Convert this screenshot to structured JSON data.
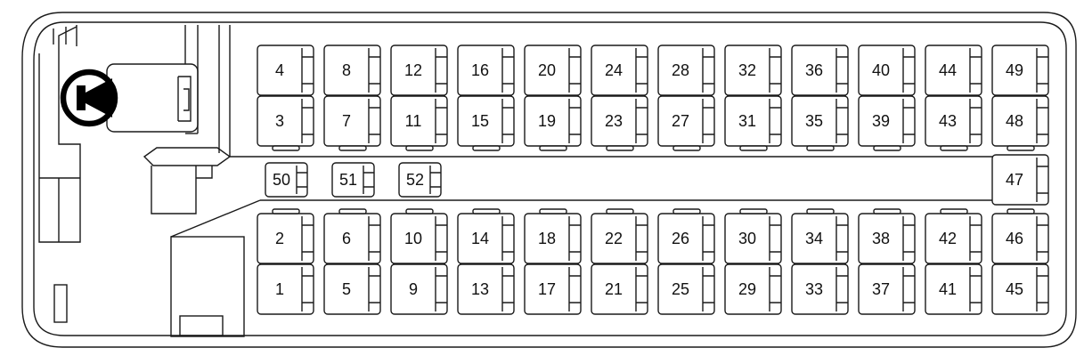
{
  "colors": {
    "line": "#1a1a1a",
    "background": "#ffffff",
    "text": "#111111"
  },
  "icons": {
    "steering": "steering-wheel-icon"
  },
  "seats": {
    "top_back": [
      "4",
      "8",
      "12",
      "16",
      "20",
      "24",
      "28",
      "32",
      "36",
      "40",
      "44",
      "49"
    ],
    "top_front": [
      "3",
      "7",
      "11",
      "15",
      "19",
      "23",
      "27",
      "31",
      "35",
      "39",
      "43",
      "48"
    ],
    "bottom_front": [
      "2",
      "6",
      "10",
      "14",
      "18",
      "22",
      "26",
      "30",
      "34",
      "38",
      "42",
      "46"
    ],
    "bottom_back": [
      "1",
      "5",
      "9",
      "13",
      "17",
      "21",
      "25",
      "29",
      "33",
      "37",
      "41",
      "45"
    ],
    "aisle": [
      "50",
      "51",
      "52"
    ],
    "rear_center": "47"
  }
}
